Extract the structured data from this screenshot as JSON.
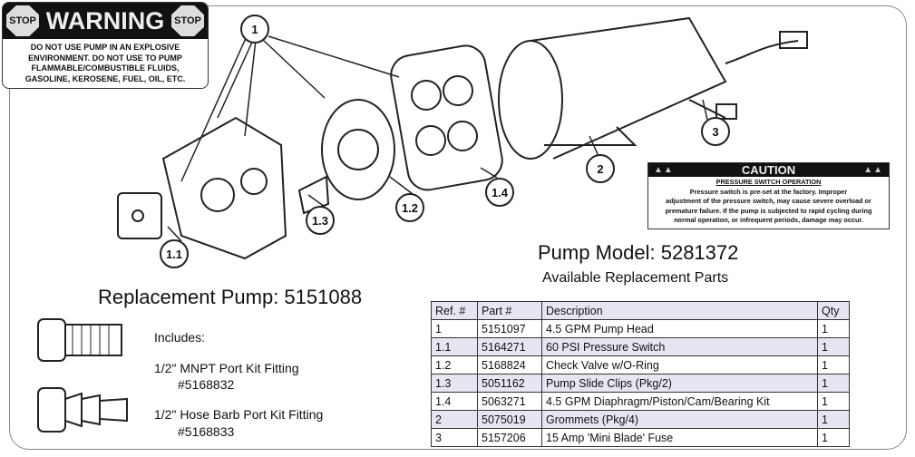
{
  "warning": {
    "stop_left": "STOP",
    "title": "WARNING",
    "stop_right": "STOP",
    "lines": [
      "DO NOT USE PUMP IN AN EXPLOSIVE",
      "ENVIRONMENT. DO NOT USE TO PUMP",
      "FLAMMABLE/COMBUSTIBLE FLUIDS,",
      "GASOLINE, KEROSENE, FUEL, OIL, ETC."
    ]
  },
  "caution": {
    "title": "CAUTION",
    "subtitle": "PRESSURE SWITCH OPERATION",
    "lines": [
      "Pressure switch is pre-set at the factory. Improper",
      "adjustment of the pressure switch, may cause severe overload or",
      "premature failure. If the pump is subjected to rapid cycling during",
      "normal operation, or infrequent periods, damage may occur."
    ]
  },
  "callouts": {
    "c1": "1",
    "c11": "1.1",
    "c12": "1.2",
    "c13": "1.3",
    "c14": "1.4",
    "c2": "2",
    "c3": "3"
  },
  "pump_model": "Pump Model:  5281372",
  "available": "Available Replacement Parts",
  "replacement_pump": "Replacement Pump:  5151088",
  "includes": {
    "label": "Includes:",
    "item1": "1/2\" MNPT Port Kit Fitting",
    "item1_part": "#5168832",
    "item2": "1/2\" Hose Barb Port Kit Fitting",
    "item2_part": "#5168833"
  },
  "table": {
    "headers": [
      "Ref. #",
      "Part #",
      "Description",
      "Qty"
    ],
    "rows": [
      [
        "1",
        "5151097",
        "4.5 GPM Pump Head",
        "1"
      ],
      [
        "1.1",
        "5164271",
        "60 PSI Pressure Switch",
        "1"
      ],
      [
        "1.2",
        "5168824",
        "Check Valve w/O-Ring",
        "1"
      ],
      [
        "1.3",
        "5051162",
        "Pump Slide Clips (Pkg/2)",
        "1"
      ],
      [
        "1.4",
        "5063271",
        "4.5 GPM Diaphragm/Piston/Cam/Bearing Kit",
        "1"
      ],
      [
        "2",
        "5075019",
        "Grommets (Pkg/4)",
        "1"
      ],
      [
        "3",
        "5157206",
        "15 Amp 'Mini Blade' Fuse",
        "1"
      ]
    ]
  }
}
